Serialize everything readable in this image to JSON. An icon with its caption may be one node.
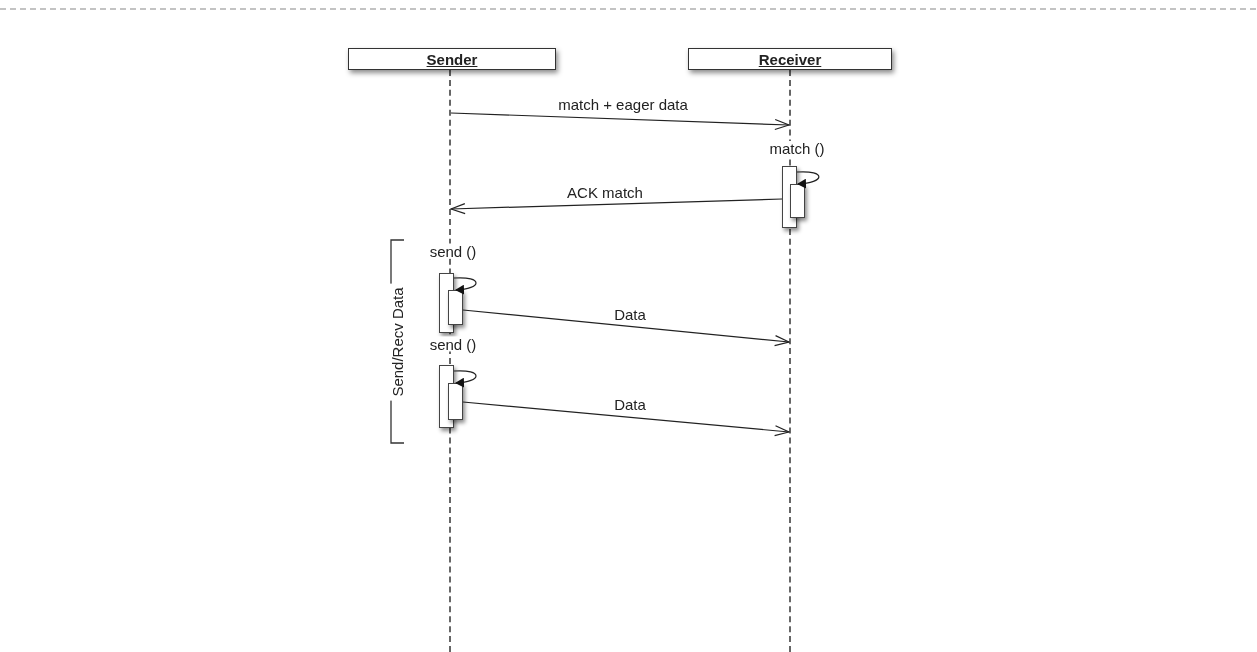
{
  "diagram": {
    "nodes": [
      {
        "text": [
          "Sender"
        ]
      },
      {
        "text": [
          "Receiver"
        ]
      },
      {
        "text": [],
        "shape": "line"
      },
      {
        "text": [],
        "shape": "line"
      },
      {
        "text": [],
        "shape": "bar",
        "beside": [
          "match ()"
        ]
      },
      {
        "text": [],
        "shape": "bar"
      },
      {
        "text": [],
        "shape": "bar"
      },
      {
        "text": [],
        "shape": "bar"
      },
      {
        "text": [],
        "shape": "bar"
      },
      {
        "text": [],
        "shape": "bar"
      }
    ],
    "edges": [
      {
        "from": 2,
        "to": 3,
        "arrow": "to",
        "label": "match + eager data"
      },
      {
        "from": 4,
        "to": 2,
        "arrow": "to",
        "label": "ACK match"
      },
      {
        "from": 4,
        "to": 5,
        "arrow": "to"
      },
      {
        "from": 7,
        "to": 3,
        "arrow": "to",
        "label": "Data"
      },
      {
        "from": 6,
        "to": 7,
        "arrow": "to"
      },
      {
        "from": 9,
        "to": 3,
        "arrow": "to",
        "label": "Data"
      },
      {
        "from": 8,
        "to": 9,
        "arrow": "to"
      }
    ],
    "labels": [
      "send ()",
      "Send/Recv Data",
      "send ()"
    ]
  }
}
